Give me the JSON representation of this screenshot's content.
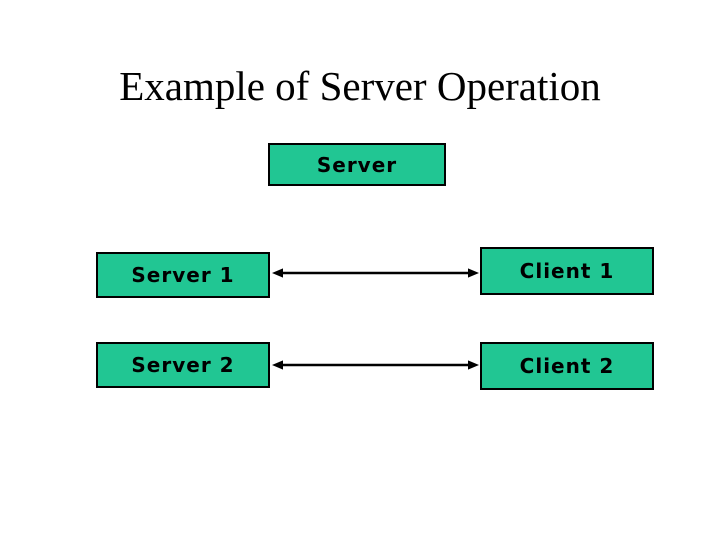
{
  "slide": {
    "title": "Example of Server Operation",
    "background_color": "#FFFFFF",
    "title_color": "#000000"
  },
  "diagram": {
    "box_fill_color": "#21C693",
    "box_border_color": "#000000",
    "arrow_color": "#000000",
    "boxes": {
      "server": {
        "label": "Server"
      },
      "server1": {
        "label": "Server 1"
      },
      "client1": {
        "label": "Client 1"
      },
      "server2": {
        "label": "Server 2"
      },
      "client2": {
        "label": "Client 2"
      }
    },
    "connections": [
      {
        "from": "Server 1",
        "to": "Client 1",
        "type": "bidirectional-arrow"
      },
      {
        "from": "Server 2",
        "to": "Client 2",
        "type": "bidirectional-arrow"
      }
    ]
  }
}
